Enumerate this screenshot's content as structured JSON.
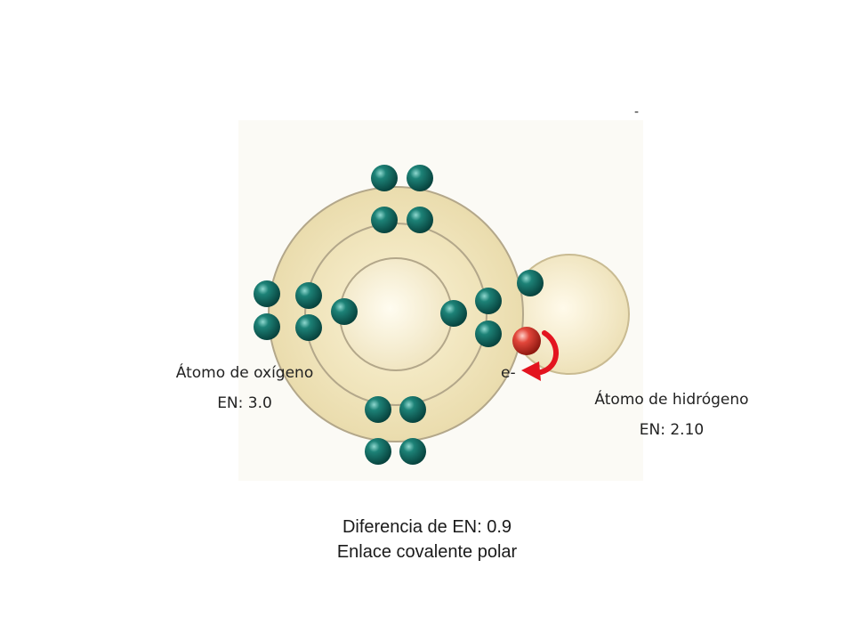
{
  "oxygen": {
    "name": "Átomo de oxígeno",
    "en": "EN: 3.0"
  },
  "hydrogen": {
    "name": "Átomo de hidrógeno",
    "en": "EN: 2.10"
  },
  "electron_label": "e-",
  "corner_mark": "-",
  "summary": {
    "difference": "Diferencia de EN: 0.9",
    "bond_type": "Enlace covalente polar"
  },
  "colors": {
    "shell_fill": "#f1e7c4",
    "shell_line": "#b3a78a",
    "nucleus": "#fbf5e2",
    "electron": "#136b63",
    "shared_electron": "#e0402f",
    "arrow": "#e3141f",
    "panel": "#fbfaf5"
  },
  "icons": {
    "electron": "teal-sphere",
    "shared_electron": "red-sphere",
    "transfer_arrow": "curved-arrow-icon"
  }
}
